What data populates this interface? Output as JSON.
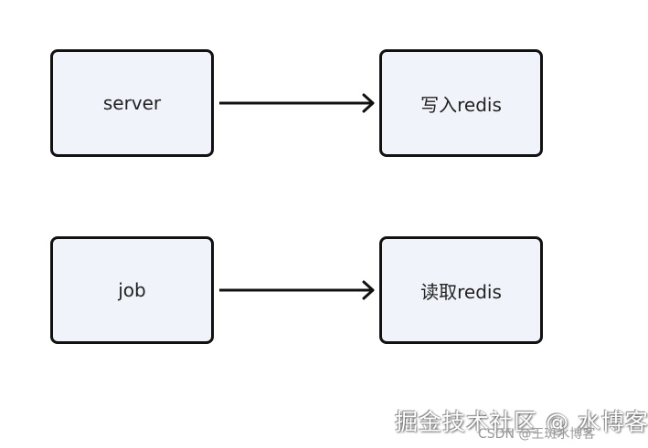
{
  "nodes": {
    "server": "server",
    "write_redis": "写入redis",
    "job": "job",
    "read_redis": "读取redis"
  },
  "watermark": {
    "main": "掘金技术社区 @ 水博客",
    "sub": "CSDN @王斑水博客"
  }
}
